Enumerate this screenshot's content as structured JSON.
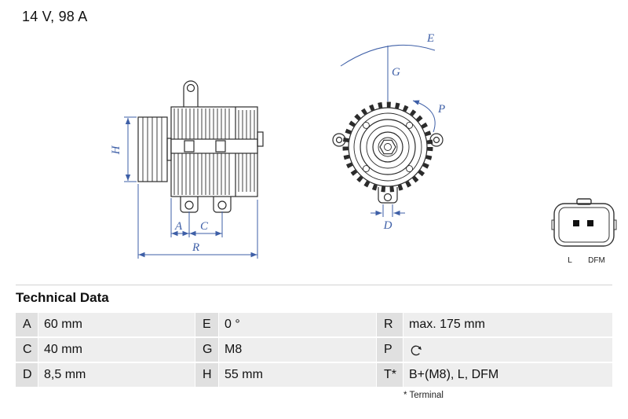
{
  "header": {
    "rating": "14 V, 98 A"
  },
  "drawing": {
    "dimension_color": "#3e5fa7",
    "line_color": "#2b2b2b",
    "labels": {
      "H": "H",
      "A": "A",
      "C": "C",
      "R": "R",
      "E": "E",
      "G": "G",
      "P": "P",
      "D": "D"
    },
    "connector": {
      "pin_left": "L",
      "pin_right": "DFM"
    }
  },
  "table": {
    "title": "Technical Data",
    "rows": [
      [
        {
          "label": "A",
          "value": "60 mm"
        },
        {
          "label": "E",
          "value": "0 °"
        },
        {
          "label": "R",
          "value": "max. 175 mm"
        }
      ],
      [
        {
          "label": "C",
          "value": "40 mm"
        },
        {
          "label": "G",
          "value": "M8"
        },
        {
          "label": "P",
          "value": "",
          "icon": "rotation-cw-icon"
        }
      ],
      [
        {
          "label": "D",
          "value": "8,5 mm"
        },
        {
          "label": "H",
          "value": "55 mm"
        },
        {
          "label": "T*",
          "value": "B+(M8), L, DFM"
        }
      ]
    ],
    "footnote": "* Terminal"
  }
}
